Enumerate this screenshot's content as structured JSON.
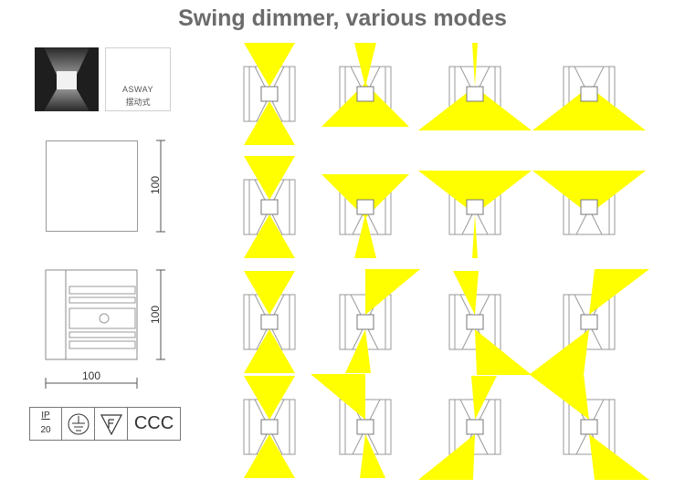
{
  "title": "Swing dimmer, various modes",
  "mode_label": {
    "en": "ASWAY",
    "zh": "摆动式"
  },
  "dimensions": {
    "front_height": "100",
    "side_height": "100",
    "side_width": "100"
  },
  "certifications": {
    "ip_top": "IP",
    "ip_bottom": "20",
    "items": [
      "ground-symbol-icon",
      "f-mark-icon",
      "ccc-mark-icon"
    ],
    "ccc": "CCC"
  },
  "colors": {
    "beam": "#ffff00",
    "line": "#999999",
    "title": "#6b6b6b"
  },
  "mode_grid": {
    "rows": 4,
    "cols": 4
  }
}
